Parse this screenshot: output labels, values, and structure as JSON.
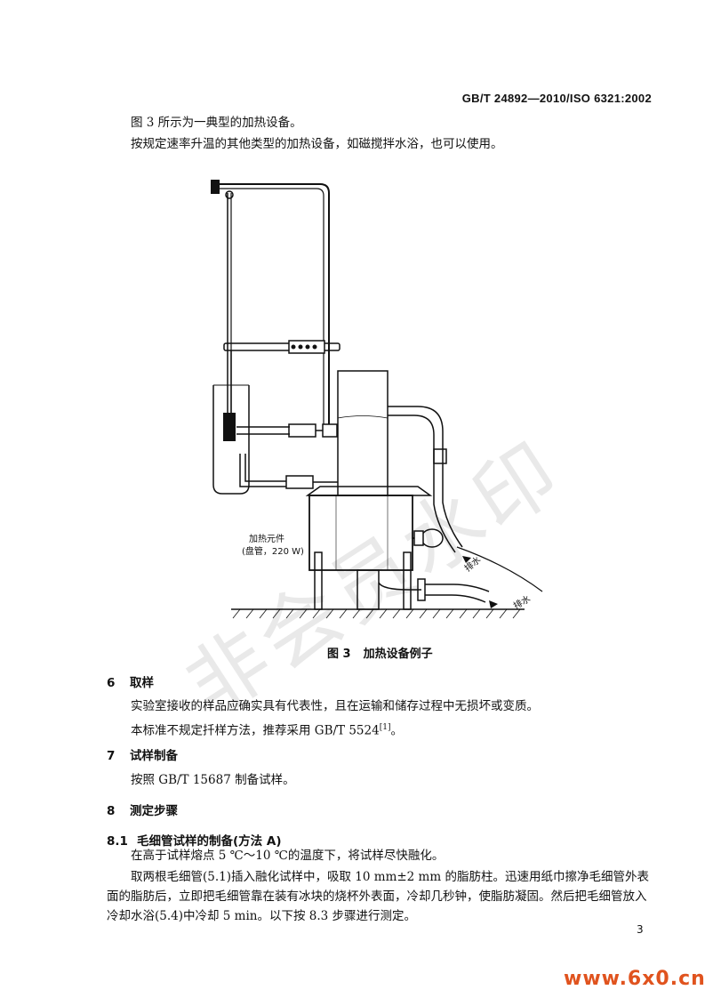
{
  "header": {
    "standard_number": "GB/T 24892—2010/ISO 6321:2002"
  },
  "intro": {
    "p1": "图 3 所示为一典型的加热设备。",
    "p2": "按规定速率升温的其他类型的加热设备，如磁搅拌水浴，也可以使用。"
  },
  "figure": {
    "label_heater_line1": "加热元件",
    "label_heater_line2": "(盘管，220 W)",
    "label_drain": "排水",
    "caption_num": "图 3",
    "caption_text": "加热设备例子"
  },
  "section6": {
    "num": "6",
    "title": "取样",
    "p1": "实验室接收的样品应确实具有代表性，且在运输和储存过程中无损坏或变质。",
    "p2_pre": "本标准不规定扦样方法，推荐采用 GB/T 5524",
    "p2_ref": "[1]",
    "p2_post": "。"
  },
  "section7": {
    "num": "7",
    "title": "试样制备",
    "p1": "按照 GB/T 15687 制备试样。"
  },
  "section8": {
    "num": "8",
    "title": "测定步骤"
  },
  "section81": {
    "num": "8.1",
    "title": "毛细管试样的制备(方法 A)",
    "p1": "在高于试样熔点 5 ℃～10 ℃的温度下，将试样尽快融化。",
    "p2_line1": "取两根毛细管(5.1)插入融化试样中，吸取 10 mm±2 mm 的脂肪柱。迅速用纸巾擦净毛细管外表",
    "p2_line2": "面的脂肪后，立即把毛细管靠在装有冰块的烧杯外表面，冷却几秒钟，使脂肪凝固。然后把毛细管放入",
    "p2_line3": "冷却水浴(5.4)中冷却 5 min。以下按 8.3 步骤进行测定。"
  },
  "footer": {
    "page_number": "3",
    "site": "www.6x0.cn"
  },
  "watermark": {
    "text": "非会员水印"
  }
}
